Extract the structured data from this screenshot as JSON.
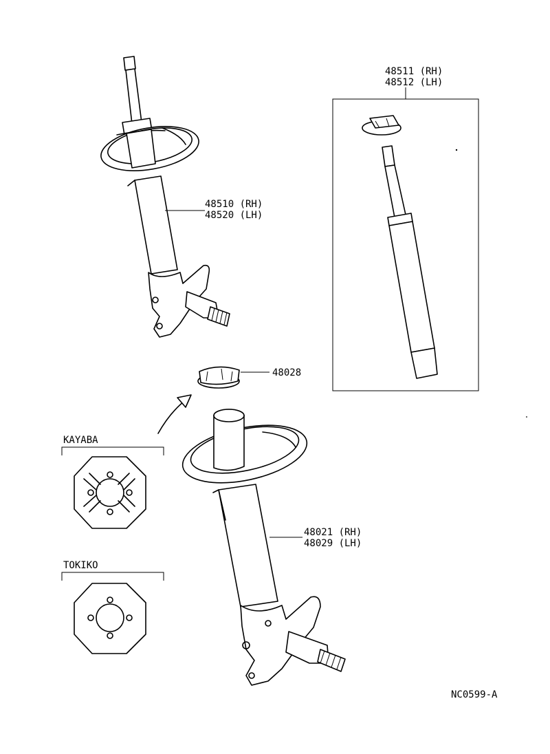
{
  "labels": {
    "top_shock_rh": "48510 (RH)",
    "top_shock_lh": "48520 (LH)",
    "cartridge_rh": "48511 (RH)",
    "cartridge_lh": "48512 (LH)",
    "mount": "48028",
    "bottom_shock_rh": "48021 (RH)",
    "bottom_shock_lh": "48029 (LH)",
    "kayaba": "KAYABA",
    "tokiko": "TOKIKO",
    "figure_code": "NC0599-A"
  }
}
